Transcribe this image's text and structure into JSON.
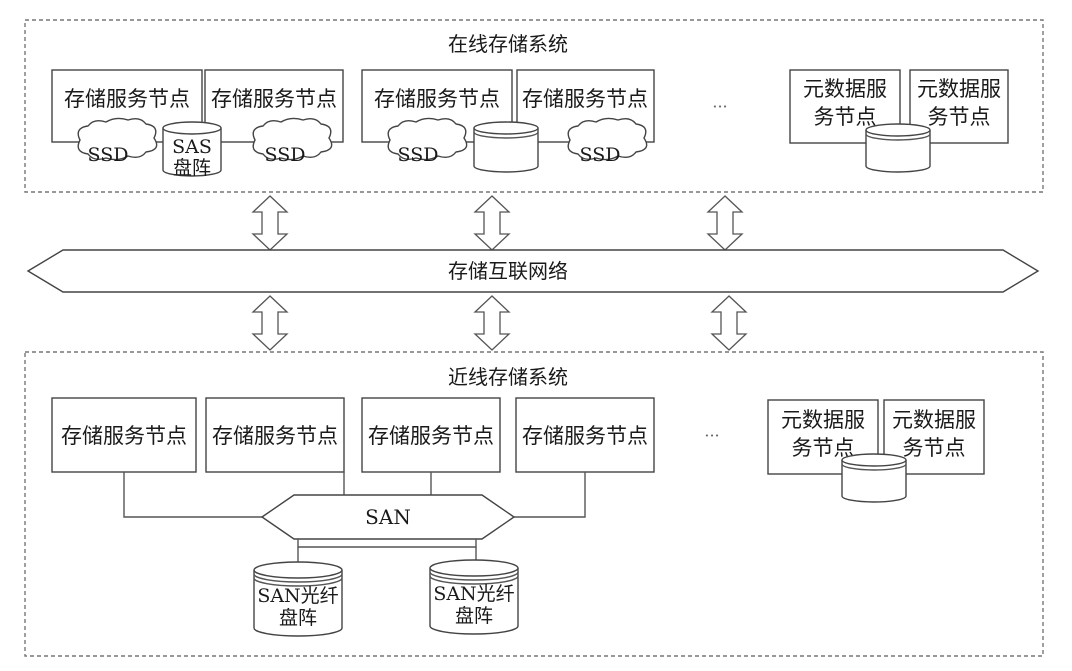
{
  "online": {
    "title": "在线存储系统",
    "nodes": [
      "存储服务节点",
      "存储服务节点",
      "存储服务节点",
      "存储服务节点"
    ],
    "ssd": [
      "SSD",
      "SSD",
      "SSD",
      "SSD"
    ],
    "sas": [
      "SAS",
      "盘阵"
    ],
    "ellipsis": "···",
    "meta": [
      [
        "元数据服",
        "务节点"
      ],
      [
        "元数据服",
        "务节点"
      ]
    ]
  },
  "network": {
    "label": "存储互联网络"
  },
  "nearline": {
    "title": "近线存储系统",
    "nodes": [
      "存储服务节点",
      "存储服务节点",
      "存储服务节点",
      "存储服务节点"
    ],
    "ellipsis": "···",
    "meta": [
      [
        "元数据服",
        "务节点"
      ],
      [
        "元数据服",
        "务节点"
      ]
    ],
    "san": "SAN",
    "san_disks": [
      [
        "SAN光纤",
        "盘阵"
      ],
      [
        "SAN光纤",
        "盘阵"
      ]
    ]
  }
}
